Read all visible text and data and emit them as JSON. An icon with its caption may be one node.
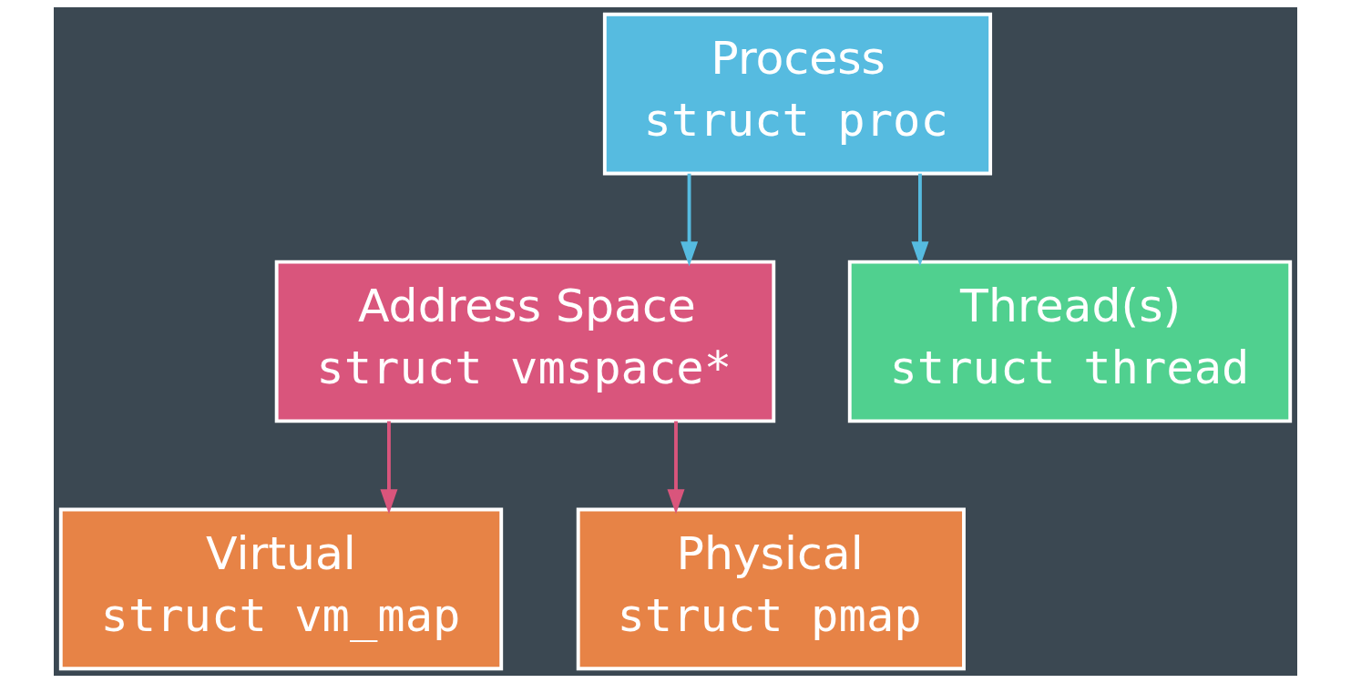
{
  "diagram": {
    "nodes": [
      {
        "text": [
          "Process",
          "struct proc"
        ]
      },
      {
        "text": [
          "Address Space",
          "struct vmspace*"
        ]
      },
      {
        "text": [
          "Thread(s)",
          "struct thread"
        ]
      },
      {
        "text": [
          "Virtual",
          "struct vm_map"
        ]
      },
      {
        "text": [
          "Physical",
          "struct pmap"
        ]
      }
    ],
    "edges": [
      {
        "from": 0,
        "to": 1,
        "arrow": "to",
        "color": "#56bbe0"
      },
      {
        "from": 0,
        "to": 2,
        "arrow": "to",
        "color": "#56bbe0"
      },
      {
        "from": 1,
        "to": 3,
        "arrow": "to",
        "color": "#d9557c"
      },
      {
        "from": 1,
        "to": 4,
        "arrow": "to",
        "color": "#d9557c"
      }
    ]
  }
}
